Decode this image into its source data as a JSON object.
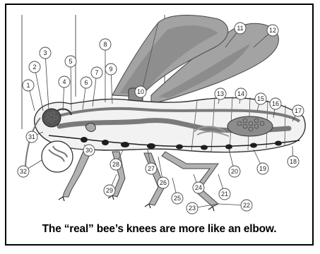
{
  "caption": "The “real” bee’s knees are more like an elbow.",
  "callouts": [
    "1",
    "2",
    "3",
    "4",
    "5",
    "6",
    "7",
    "8",
    "9",
    "10",
    "11",
    "12",
    "13",
    "14",
    "15",
    "16",
    "17",
    "18",
    "19",
    "20",
    "21",
    "22",
    "23",
    "24",
    "25",
    "26",
    "27",
    "28",
    "29",
    "30",
    "31",
    "32"
  ],
  "colors": {
    "wing": "#a3a3a3",
    "wing_shade": "#7d7d7d",
    "body_outline": "#333333",
    "gut": "#7a7a7a",
    "nerve_cord": "#1e1e1e",
    "leg": "#b2b2b2",
    "eye": "#555555"
  }
}
